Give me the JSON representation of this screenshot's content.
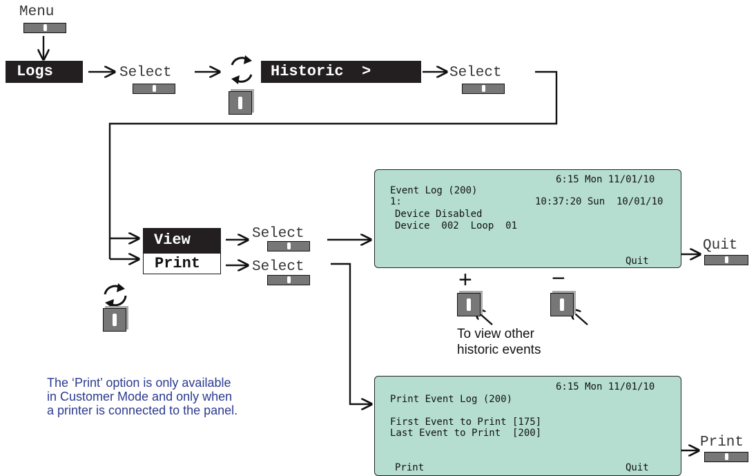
{
  "top": {
    "menu_label": "Menu",
    "logs_label": "Logs",
    "select_1": "Select",
    "historic_label": "Historic  >",
    "select_2": "Select"
  },
  "options": {
    "view_label": "View",
    "print_label": "Print",
    "view_select": "Select",
    "print_select": "Select"
  },
  "view_panel": {
    "time": "6:15 Mon 11/01/10",
    "title": "Event Log (200)",
    "event_num": "1:",
    "event_time": "10:37:20 Sun  10/01/10",
    "event_type": "Device Disabled",
    "event_device": "Device  002  Loop  01",
    "quit": "Quit"
  },
  "view_side": {
    "quit_label": "Quit",
    "plus_symbol": "+",
    "minus_symbol": "−",
    "caption": "To view other\nhistoric events"
  },
  "print_panel": {
    "time": "6:15 Mon 11/01/10",
    "title": "Print Event Log (200)",
    "first": "First Event to Print [175]",
    "last": "Last Event to Print  [200]",
    "print": "Print",
    "quit": "Quit"
  },
  "print_side": {
    "print_label": "Print"
  },
  "note": "The ‘Print’ option is only available\nin Customer Mode and only when\na printer is connected to the panel.",
  "colors": {
    "panel_bg": "#b5ddd0",
    "dark_box": "#231f20",
    "key_fill": "#777777",
    "note_text": "#2b3a8f"
  }
}
